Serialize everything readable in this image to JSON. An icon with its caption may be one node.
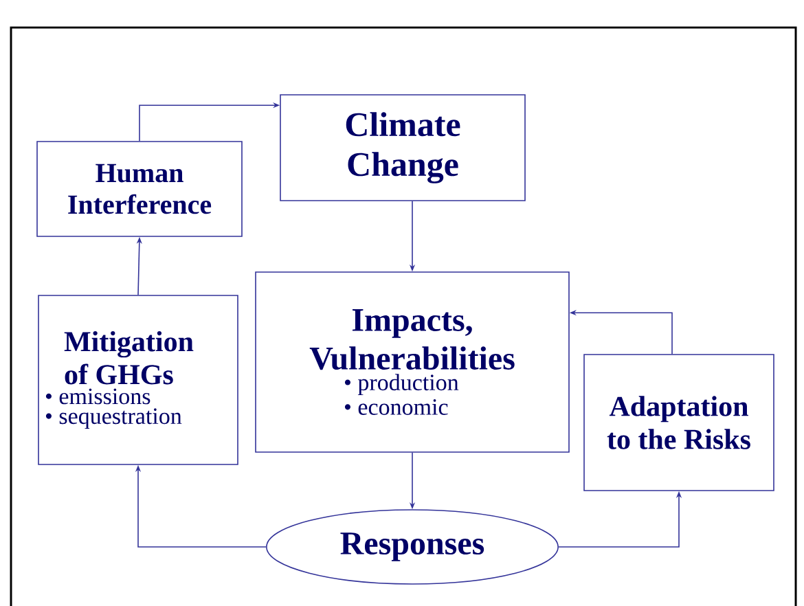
{
  "diagram": {
    "nodes": [
      {
        "text": [
          "Climate Change"
        ]
      },
      {
        "text": [
          "Human Interference"
        ]
      },
      {
        "text": [
          "Impacts, Vulnerabilities",
          "• production",
          "• economic"
        ]
      },
      {
        "text": [
          "Mitigation of GHGs",
          "• emissions",
          "• sequestration"
        ]
      },
      {
        "text": [
          "Adaptation to the Risks"
        ]
      },
      {
        "text": [
          "Responses"
        ]
      }
    ],
    "edges": [
      {
        "from": 1,
        "to": 0,
        "arrow": "to"
      },
      {
        "from": 0,
        "to": 2,
        "arrow": "to"
      },
      {
        "from": 2,
        "to": 5,
        "arrow": "to"
      },
      {
        "from": 5,
        "to": 3,
        "arrow": "to"
      },
      {
        "from": 3,
        "to": 1,
        "arrow": "to"
      },
      {
        "from": 5,
        "to": 4,
        "arrow": "to"
      },
      {
        "from": 4,
        "to": 2,
        "arrow": "to"
      }
    ]
  }
}
